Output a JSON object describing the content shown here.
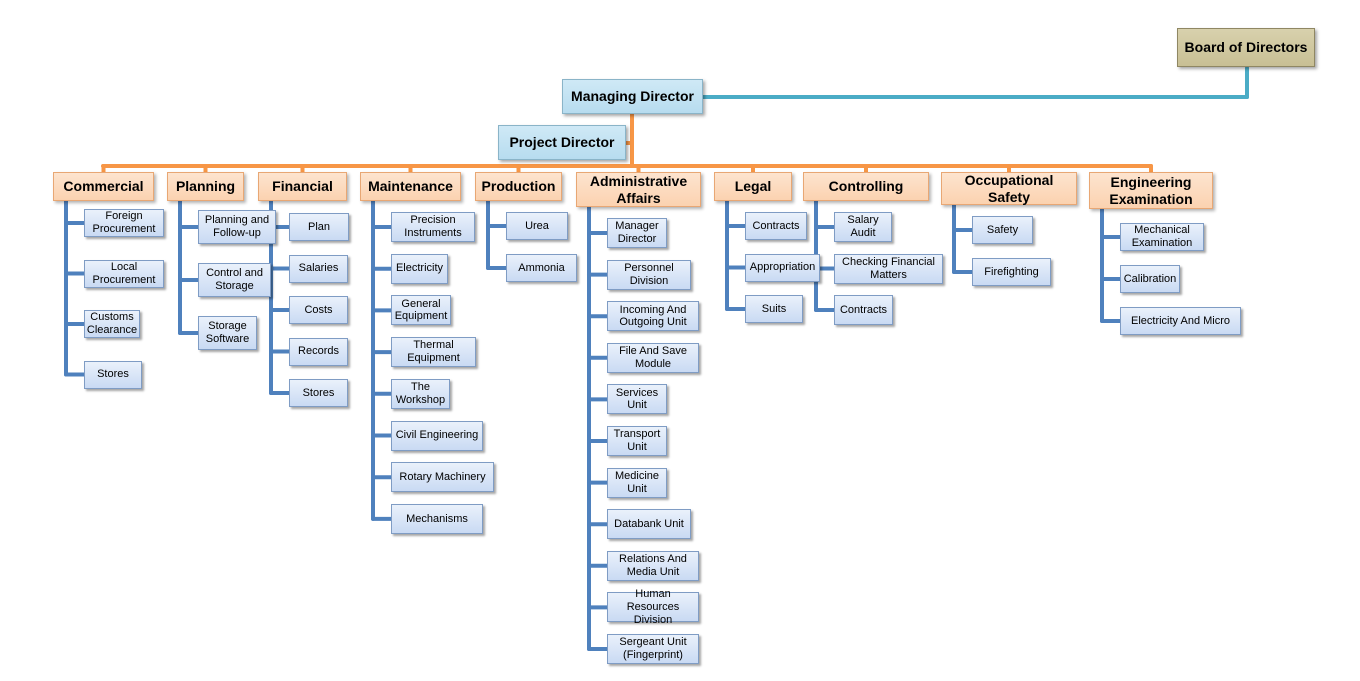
{
  "board": "Board of Directors",
  "managing_director": "Managing Director",
  "project_director": "Project Director",
  "departments": [
    {
      "name": "Commercial",
      "children": [
        "Foreign Procurement",
        "Local Procurement",
        "Customs Clearance",
        "Stores"
      ]
    },
    {
      "name": "Planning",
      "children": [
        "Planning and Follow-up",
        "Control and Storage",
        "Storage Software"
      ]
    },
    {
      "name": "Financial",
      "children": [
        "Plan",
        "Salaries",
        "Costs",
        "Records",
        "Stores"
      ]
    },
    {
      "name": "Maintenance",
      "children": [
        "Precision Instruments",
        "Electricity",
        "General Equipment",
        "Thermal Equipment",
        "The Workshop",
        "Civil Engineering",
        "Rotary Machinery",
        "Mechanisms"
      ]
    },
    {
      "name": "Production",
      "children": [
        "Urea",
        "Ammonia"
      ]
    },
    {
      "name": "Administrative Affairs",
      "children": [
        "Manager Director",
        "Personnel Division",
        "Incoming And Outgoing Unit",
        "File And Save Module",
        "Services Unit",
        "Transport Unit",
        "Medicine Unit",
        "Databank Unit",
        "Relations And Media Unit",
        "Human Resources Division",
        "Sergeant Unit (Fingerprint)"
      ]
    },
    {
      "name": "Legal",
      "children": [
        "Contracts",
        "Appropriation",
        "Suits"
      ]
    },
    {
      "name": "Controlling",
      "children": [
        "Salary Audit",
        "Checking Financial Matters",
        "Contracts"
      ]
    },
    {
      "name": "Occupational Safety",
      "children": [
        "Safety",
        "Firefighting"
      ]
    },
    {
      "name": "Engineering Examination",
      "children": [
        "Mechanical Examination",
        "Calibration",
        "Electricity And Micro"
      ]
    }
  ],
  "colors": {
    "connector_top": "#4bacc6",
    "connector_dept": "#f79646",
    "connector_child": "#4f81bd"
  }
}
